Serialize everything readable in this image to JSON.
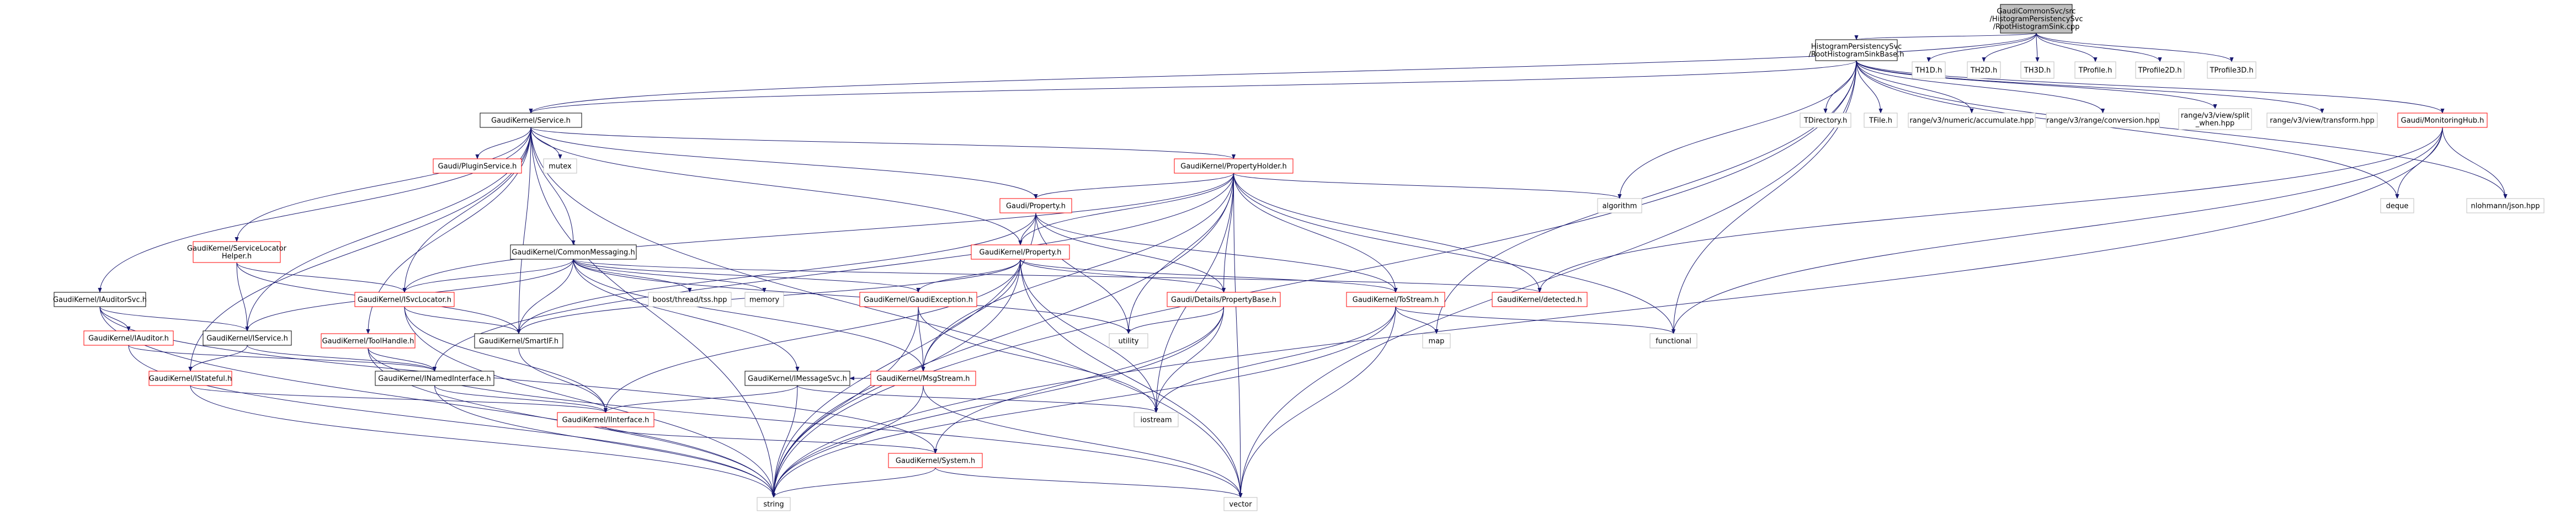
{
  "colors": {
    "edge": "#191970",
    "box_default_stroke": "#bfbfbf",
    "box_black_stroke": "#000000",
    "box_red_stroke": "#ff0000",
    "root_fill": "#bfbfbf"
  },
  "nodes": {
    "root": {
      "lines": [
        "GaudiCommonSvc/src",
        "/HistogramPersistencySvc",
        "/RootHistogramSink.cpp"
      ],
      "style": "root"
    },
    "rhsb": {
      "lines": [
        "HistogramPersistencySvc",
        "/RootHistogramSinkBase.h"
      ],
      "style": "black"
    },
    "th1d": {
      "lines": [
        "TH1D.h"
      ],
      "style": "gray"
    },
    "th2d": {
      "lines": [
        "TH2D.h"
      ],
      "style": "gray"
    },
    "th3d": {
      "lines": [
        "TH3D.h"
      ],
      "style": "gray"
    },
    "tprofile": {
      "lines": [
        "TProfile.h"
      ],
      "style": "gray"
    },
    "tprofile2d": {
      "lines": [
        "TProfile2D.h"
      ],
      "style": "gray"
    },
    "tprofile3d": {
      "lines": [
        "TProfile3D.h"
      ],
      "style": "gray"
    },
    "service": {
      "lines": [
        "GaudiKernel/Service.h"
      ],
      "style": "black"
    },
    "tdirectory": {
      "lines": [
        "TDirectory.h"
      ],
      "style": "gray"
    },
    "tfile": {
      "lines": [
        "TFile.h"
      ],
      "style": "gray"
    },
    "accumulate": {
      "lines": [
        "range/v3/numeric/accumulate.hpp"
      ],
      "style": "gray"
    },
    "conversion": {
      "lines": [
        "range/v3/range/conversion.hpp"
      ],
      "style": "gray"
    },
    "splitwhen": {
      "lines": [
        "range/v3/view/split",
        "_when.hpp"
      ],
      "style": "gray"
    },
    "transform": {
      "lines": [
        "range/v3/view/transform.hpp"
      ],
      "style": "gray"
    },
    "monhub": {
      "lines": [
        "Gaudi/MonitoringHub.h"
      ],
      "style": "red"
    },
    "pluginservice": {
      "lines": [
        "Gaudi/PluginService.h"
      ],
      "style": "red"
    },
    "mutex": {
      "lines": [
        "mutex"
      ],
      "style": "gray"
    },
    "propholder": {
      "lines": [
        "GaudiKernel/PropertyHolder.h"
      ],
      "style": "red"
    },
    "deque": {
      "lines": [
        "deque"
      ],
      "style": "gray"
    },
    "json": {
      "lines": [
        "nlohmann/json.hpp"
      ],
      "style": "gray"
    },
    "gproperty": {
      "lines": [
        "Gaudi/Property.h"
      ],
      "style": "red"
    },
    "algorithm": {
      "lines": [
        "algorithm"
      ],
      "style": "gray"
    },
    "servicelocator": {
      "lines": [
        "GaudiKernel/ServiceLocator",
        "Helper.h"
      ],
      "style": "red"
    },
    "commonmsg": {
      "lines": [
        "GaudiKernel/CommonMessaging.h"
      ],
      "style": "black"
    },
    "kproperty": {
      "lines": [
        "GaudiKernel/Property.h"
      ],
      "style": "red"
    },
    "auditorsvc": {
      "lines": [
        "GaudiKernel/IAuditorSvc.h"
      ],
      "style": "black"
    },
    "isvclocator": {
      "lines": [
        "GaudiKernel/ISvcLocator.h"
      ],
      "style": "red"
    },
    "boostthread": {
      "lines": [
        "boost/thread/tss.hpp"
      ],
      "style": "gray"
    },
    "memory": {
      "lines": [
        "memory"
      ],
      "style": "gray"
    },
    "gaudiexception": {
      "lines": [
        "GaudiKernel/GaudiException.h"
      ],
      "style": "red"
    },
    "detailsprop": {
      "lines": [
        "Gaudi/Details/PropertyBase.h"
      ],
      "style": "red"
    },
    "tostream": {
      "lines": [
        "GaudiKernel/ToStream.h"
      ],
      "style": "red"
    },
    "detected": {
      "lines": [
        "GaudiKernel/detected.h"
      ],
      "style": "red"
    },
    "iauditor": {
      "lines": [
        "GaudiKernel/IAuditor.h"
      ],
      "style": "red"
    },
    "iservice": {
      "lines": [
        "GaudiKernel/IService.h"
      ],
      "style": "black"
    },
    "toolhandle": {
      "lines": [
        "GaudiKernel/ToolHandle.h"
      ],
      "style": "red"
    },
    "smartif": {
      "lines": [
        "GaudiKernel/SmartIF.h"
      ],
      "style": "black"
    },
    "utility": {
      "lines": [
        "utility"
      ],
      "style": "gray"
    },
    "functional": {
      "lines": [
        "functional"
      ],
      "style": "gray"
    },
    "map": {
      "lines": [
        "map"
      ],
      "style": "gray"
    },
    "istateful": {
      "lines": [
        "GaudiKernel/IStateful.h"
      ],
      "style": "red"
    },
    "inamed": {
      "lines": [
        "GaudiKernel/INamedInterface.h"
      ],
      "style": "black"
    },
    "msgstream": {
      "lines": [
        "GaudiKernel/MsgStream.h"
      ],
      "style": "red"
    },
    "imessagesvc": {
      "lines": [
        "GaudiKernel/IMessageSvc.h"
      ],
      "style": "black"
    },
    "iostream": {
      "lines": [
        "iostream"
      ],
      "style": "gray"
    },
    "iinterface": {
      "lines": [
        "GaudiKernel/IInterface.h"
      ],
      "style": "red"
    },
    "system": {
      "lines": [
        "GaudiKernel/System.h"
      ],
      "style": "red"
    },
    "string": {
      "lines": [
        "string"
      ],
      "style": "gray"
    },
    "vector": {
      "lines": [
        "vector"
      ],
      "style": "gray"
    }
  }
}
